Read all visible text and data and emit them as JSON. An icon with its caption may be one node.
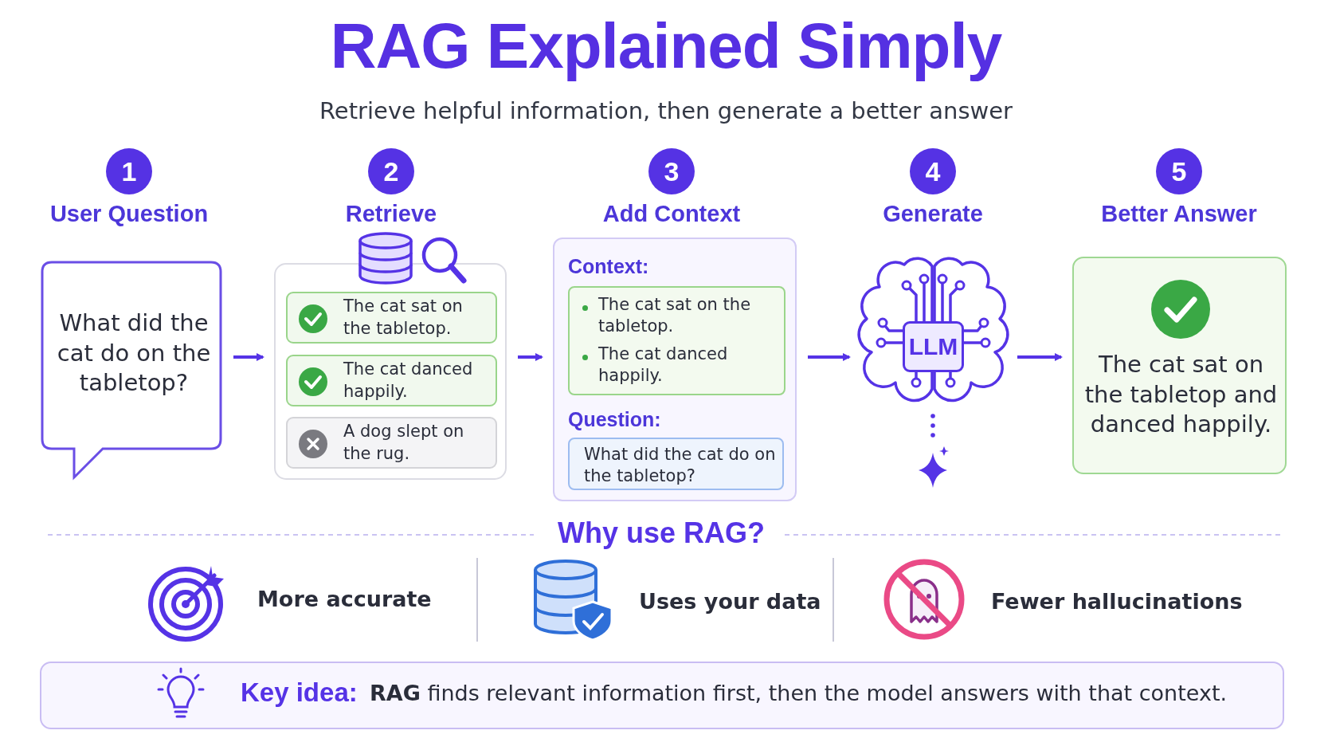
{
  "diagram": {
    "title": "RAG Explained Simply",
    "caption": "Retrieve helpful information, then generate a better answer",
    "nodes": [
      {
        "text": [
          "What did the cat do on the tabletop?"
        ],
        "beside": [
          "1",
          "User Question"
        ]
      },
      {
        "text": [],
        "shape": "box",
        "beside": [
          "2",
          "Retrieve"
        ]
      },
      {
        "text": [
          "The cat sat on the tabletop."
        ],
        "in": 1
      },
      {
        "text": [
          "The cat danced happily."
        ],
        "in": 1
      },
      {
        "text": [
          "A dog slept on the rug."
        ],
        "in": 1
      },
      {
        "text": [
          "Context:",
          "Question:"
        ],
        "beside": [
          "3",
          "Add Context"
        ]
      },
      {
        "text": [
          "The cat sat on the tabletop.",
          "The cat danced happily."
        ],
        "in": 5
      },
      {
        "text": [
          "What did the cat do on the tabletop?"
        ],
        "in": 5
      },
      {
        "text": [
          "LLM"
        ],
        "beside": [
          "4",
          "Generate"
        ]
      },
      {
        "text": [
          "The cat sat on the tabletop and danced happily."
        ],
        "beside": [
          "5",
          "Better Answer"
        ]
      },
      {
        "text": [
          "Key idea:",
          "**RAG** finds relevant information first, then the model answers with that context."
        ]
      }
    ],
    "edges": [
      {
        "from": 0,
        "to": 1,
        "arrow": "to"
      },
      {
        "from": 1,
        "to": 5,
        "arrow": "to"
      },
      {
        "from": 5,
        "to": 8,
        "arrow": "to"
      },
      {
        "from": 8,
        "to": 9,
        "arrow": "to"
      }
    ],
    "labels": [
      "Why use RAG?",
      "More accurate",
      "Uses your data",
      "Fewer hallucinations"
    ]
  }
}
